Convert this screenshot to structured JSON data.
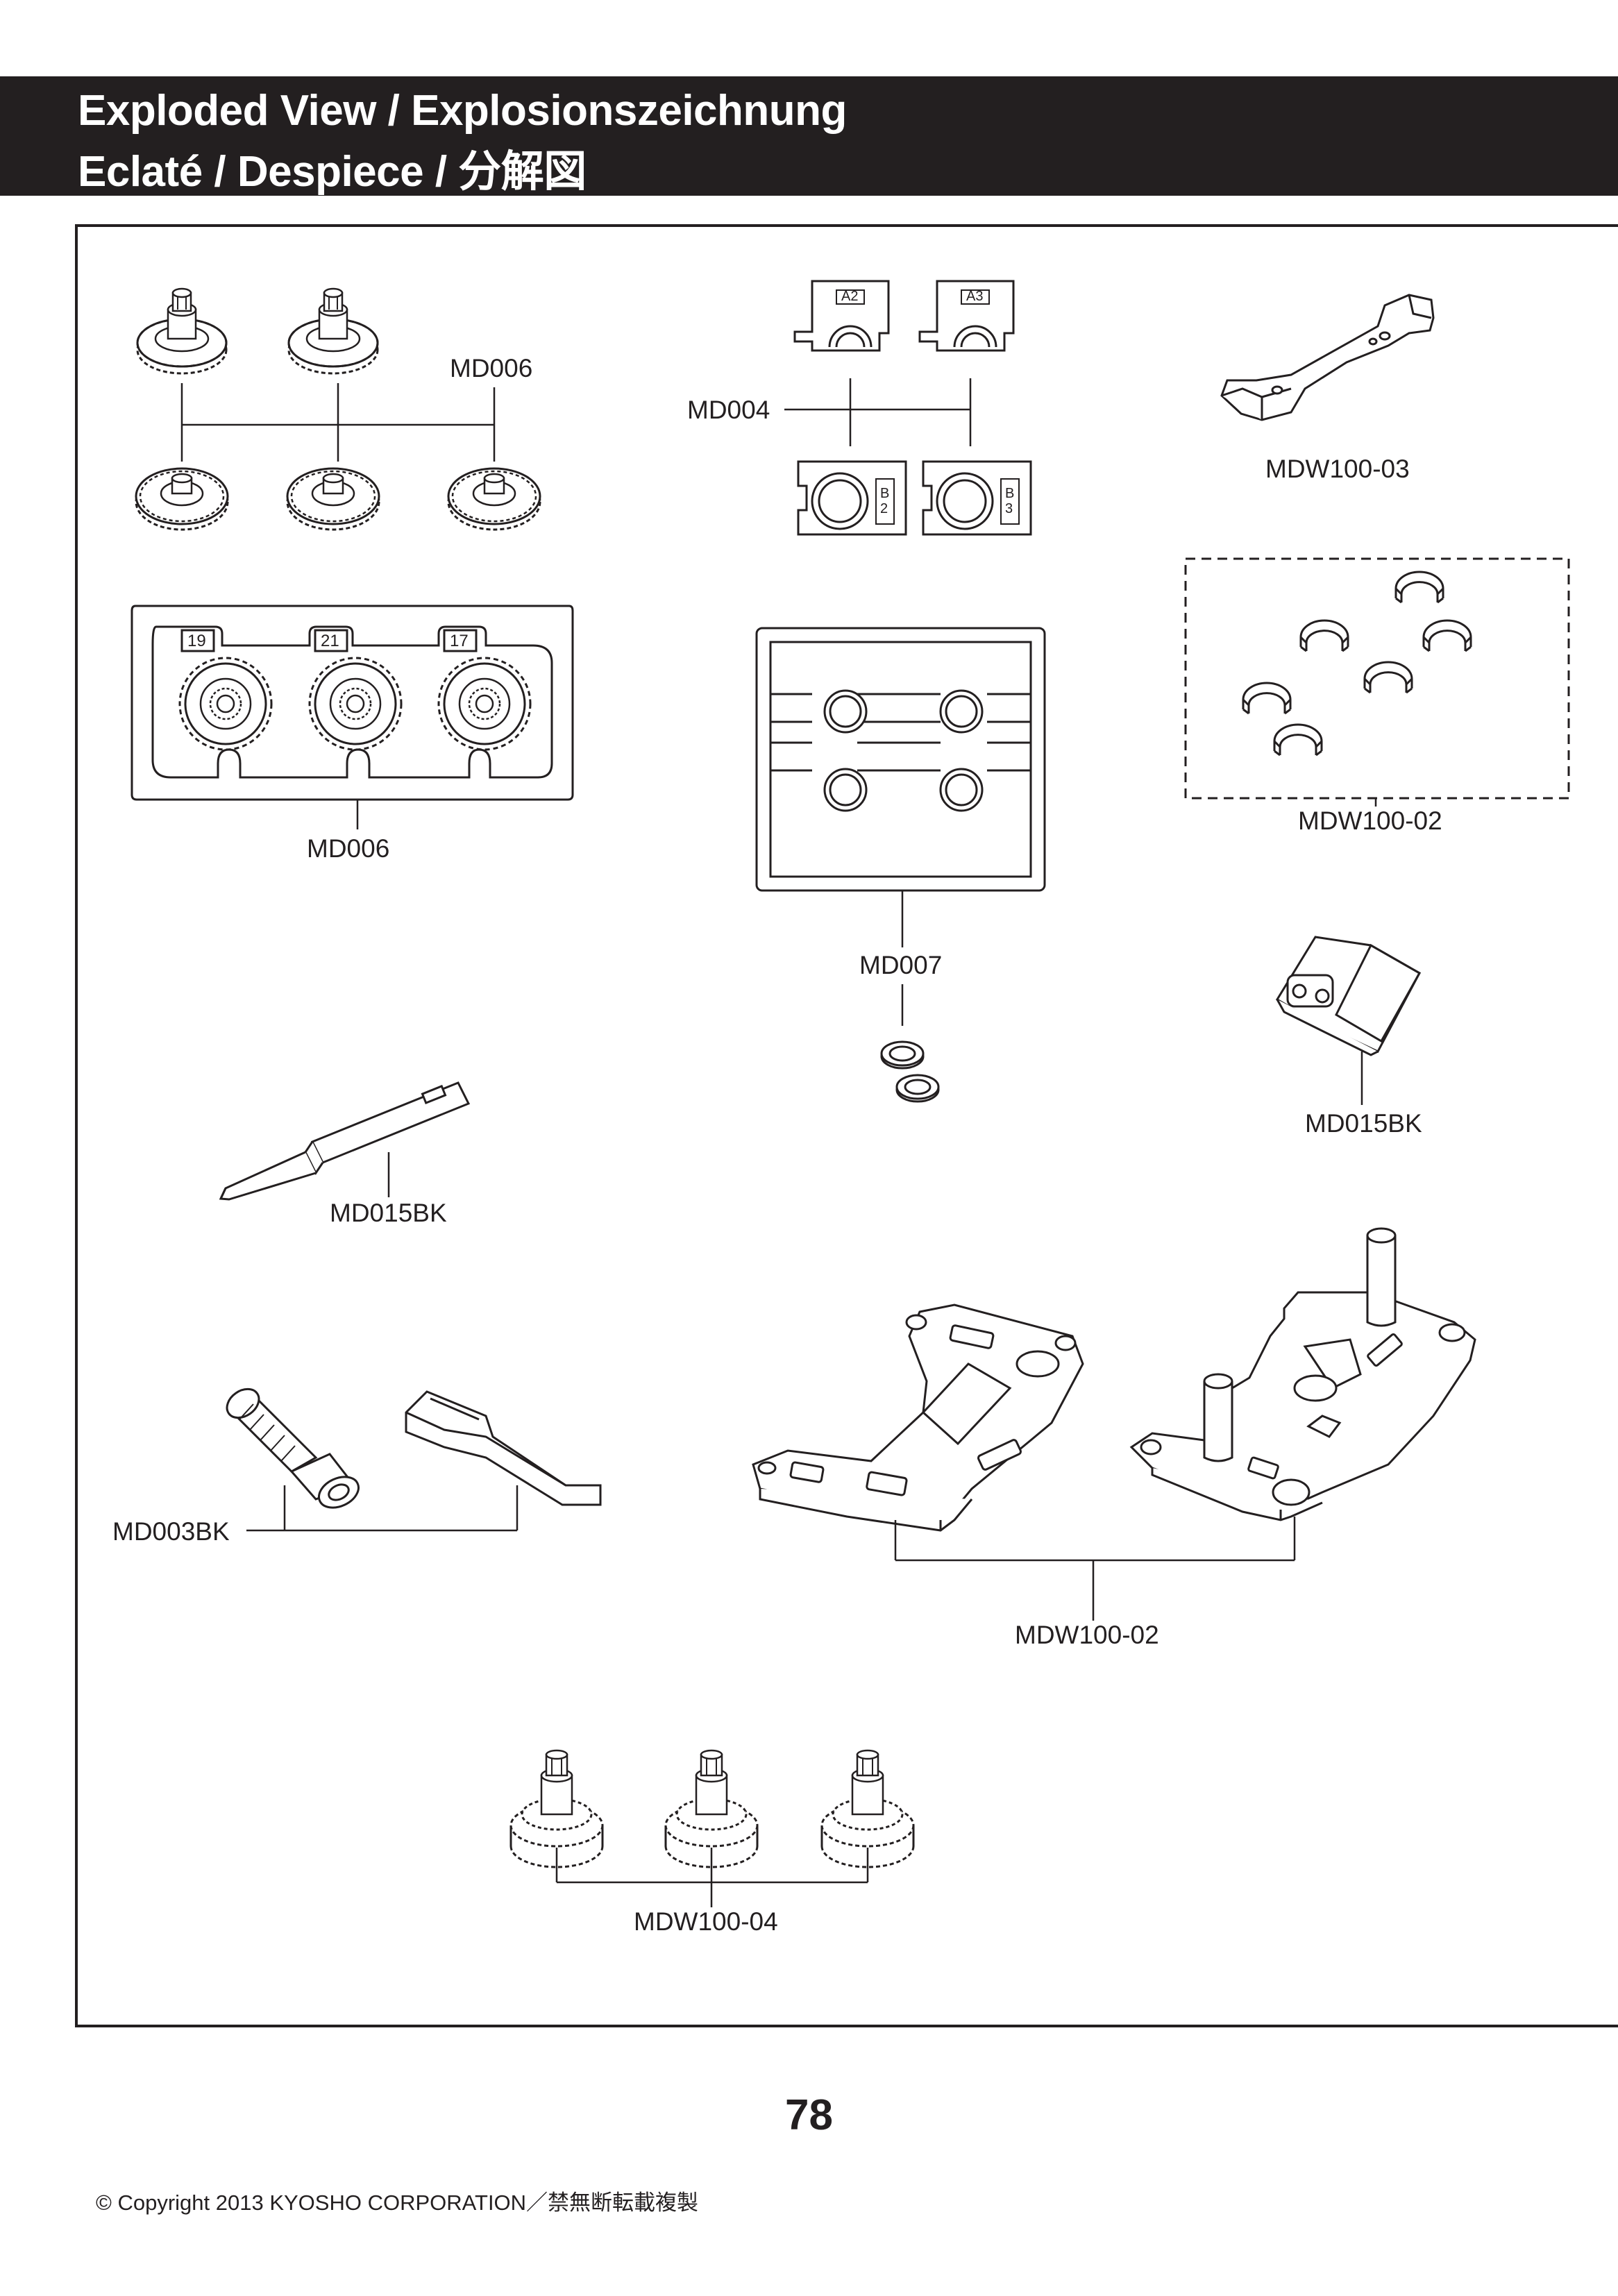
{
  "header": {
    "title_line1": "Exploded View / Explosionszeichnung",
    "title_line2": "Eclaté / Despiece / 分解図"
  },
  "part_labels": {
    "md006_gears": "MD006",
    "md004": "MD004",
    "mdw100_03": "MDW100-03",
    "md006_sprue": "MD006",
    "mdw100_02_clips": "MDW100-02",
    "md007": "MD007",
    "md015bk_block": "MD015BK",
    "md015bk_tool": "MD015BK",
    "md003bk": "MD003BK",
    "mdw100_02_chassis": "MDW100-02",
    "mdw100_04": "MDW100-04"
  },
  "sprue_gear_numbers": [
    "19",
    "21",
    "17"
  ],
  "spacer_codes": {
    "a2": "A2",
    "a3": "A3",
    "b2": "B2",
    "b3": "B3"
  },
  "footer": {
    "copyright": "© Copyright 2013 KYOSHO CORPORATION／禁無断転載複製",
    "page_number": "78"
  }
}
